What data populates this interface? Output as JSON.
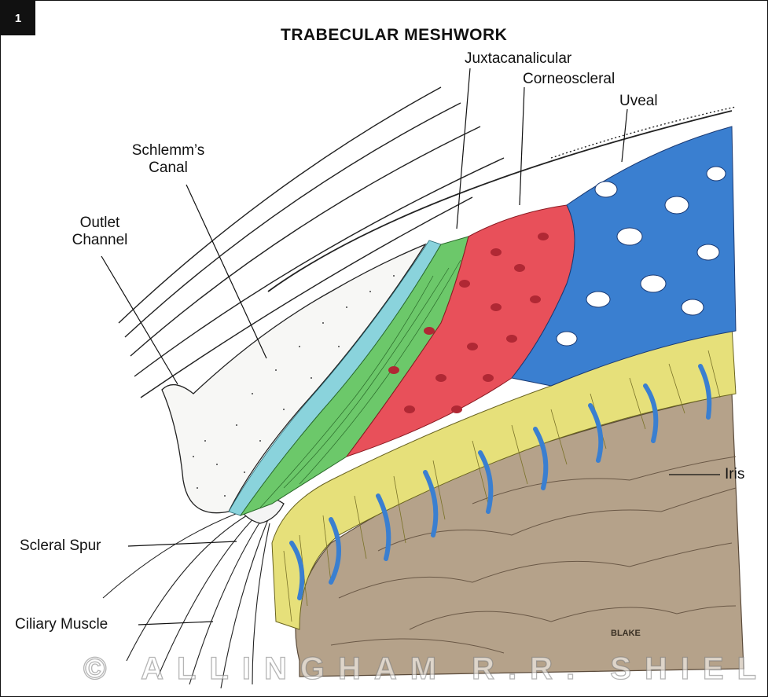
{
  "figure": {
    "number": "1",
    "title": "TRABECULAR MESHWORK",
    "labels": {
      "juxtacanalicular": "Juxtacanalicular",
      "corneoscleral": "Corneoscleral",
      "uveal": "Uveal",
      "schlemms_canal_line1": "Schlemm’s",
      "schlemms_canal_line2": "Canal",
      "outlet_channel_line1": "Outlet",
      "outlet_channel_line2": "Channel",
      "scleral_spur": "Scleral Spur",
      "ciliary_muscle": "Ciliary Muscle",
      "iris": "Iris"
    },
    "watermark": "© ALLINGHAM R.R. SHIELDS",
    "signature": "BLAKE",
    "colors": {
      "uveal": "#3a7fd0",
      "corneoscleral": "#e8505a",
      "juxtacanalicular": "#6cc86a",
      "schlemms_canal": "#8ad3dc",
      "iris": "#b5a28a",
      "ciliary_processes": "#e6e07a"
    }
  }
}
